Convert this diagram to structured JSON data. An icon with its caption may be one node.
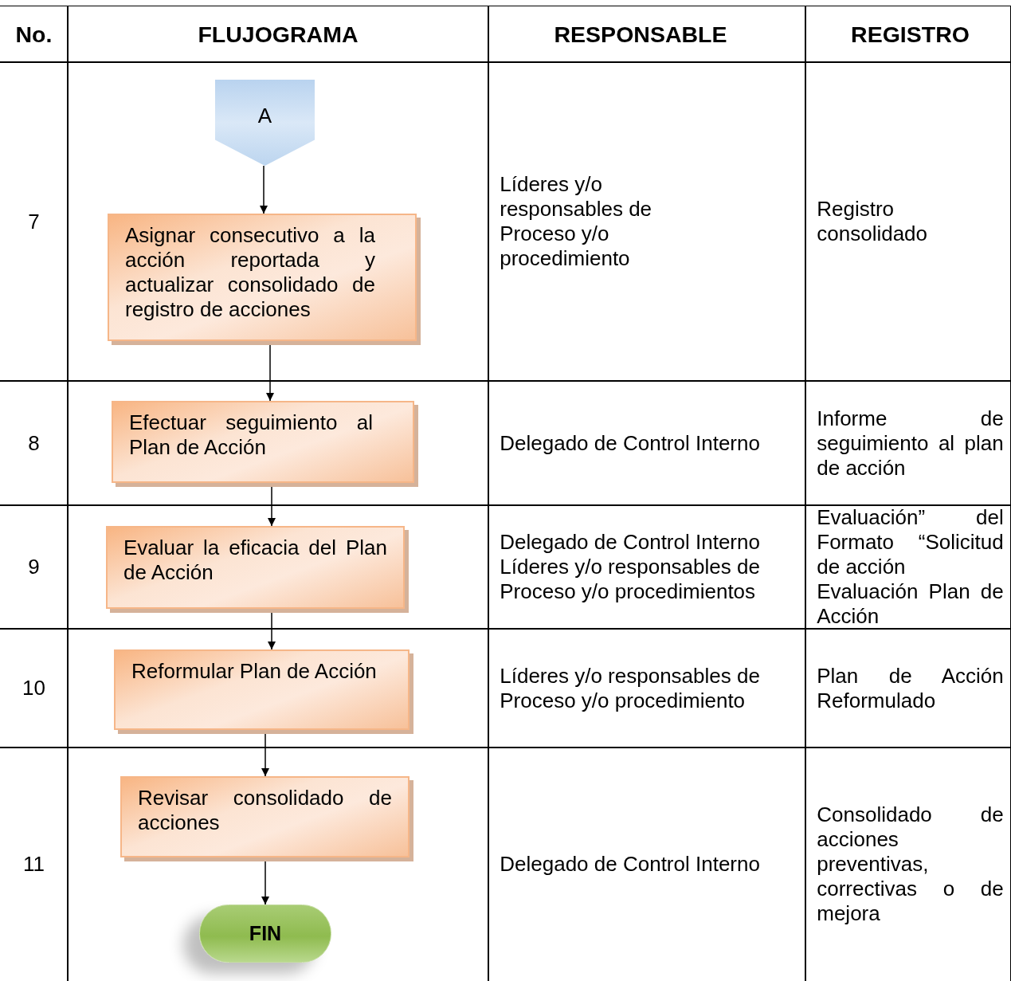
{
  "diagram": {
    "nodes": [
      {
        "text": [
          "A"
        ]
      },
      {
        "text": [
          "Asignar consecutivo a la acción reportada y actualizar consolidado de registro de acciones"
        ]
      },
      {
        "text": [
          "Efectuar seguimiento al Plan de Acción"
        ]
      },
      {
        "text": [
          "Evaluar la eficacia del Plan de Acción"
        ]
      },
      {
        "text": [
          "Reformular Plan de Acción"
        ]
      },
      {
        "text": [
          "Revisar consolidado de acciones"
        ]
      },
      {
        "text": [
          "FIN"
        ]
      }
    ],
    "edges": [
      {
        "from": 0,
        "to": 1,
        "arrow": "to"
      },
      {
        "from": 1,
        "to": 2,
        "arrow": "to"
      },
      {
        "from": 2,
        "to": 3,
        "arrow": "to"
      },
      {
        "from": 3,
        "to": 4,
        "arrow": "to"
      },
      {
        "from": 4,
        "to": 5,
        "arrow": "to"
      },
      {
        "from": 5,
        "to": 6,
        "arrow": "to"
      }
    ],
    "labels": [
      "No.",
      "FLUJOGRAMA",
      "RESPONSABLE",
      "REGISTRO",
      "7",
      "Líderes y/o responsables de Proceso y/o procedimiento",
      "Registro consolidado",
      "8",
      "Delegado de Control Interno",
      "Informe de seguimiento al plan de acción",
      "9",
      "Delegado de Control Interno",
      "Líderes y/o responsables de Proceso y/o procedimientos",
      "Evaluación” del Formato “Solicitud de acción",
      "Evaluación Plan de Acción",
      "10",
      "Líderes y/o responsables de Proceso y/o procedimiento",
      "Plan de Acción Reformulado",
      "11",
      "Delegado de Control Interno",
      "Consolidado de acciones preventivas, correctivas o de mejora"
    ]
  }
}
